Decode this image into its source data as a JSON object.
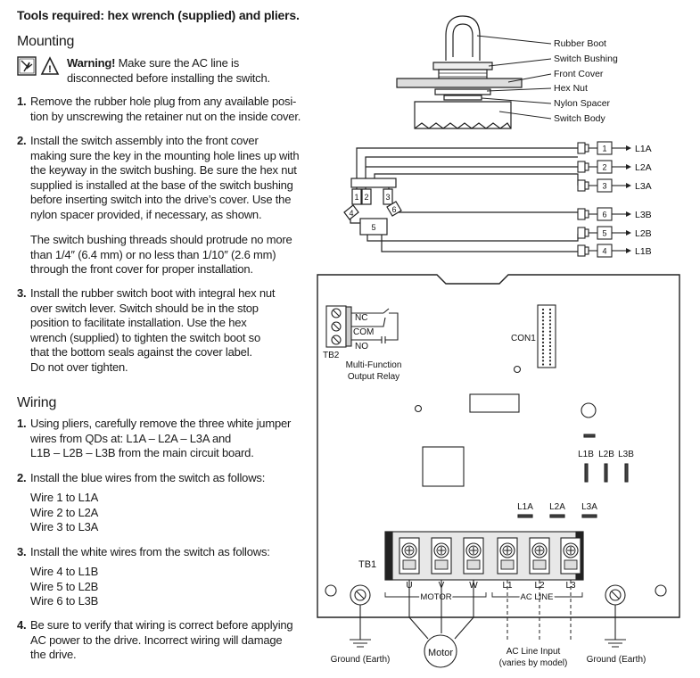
{
  "tools": "Tools required: hex wrench (supplied) and pliers.",
  "mounting": {
    "heading": "Mounting",
    "warning_bold": "Warning!",
    "warning_line1": "Make sure the AC line is",
    "warning_line2": "disconnected before installing the switch.",
    "steps": [
      {
        "num": "1.",
        "lines": [
          "Remove the rubber hole plug from any available posi-",
          "tion by unscrewing the retainer nut on the inside cover."
        ]
      },
      {
        "num": "2.",
        "lines": [
          "Install the switch assembly into the front cover",
          "making sure the key in the mounting hole lines up with",
          "the keyway in the switch bushing. Be sure the hex nut",
          "supplied is installed at the base of the switch bushing",
          "before inserting switch into the drive’s cover. Use the",
          "nylon spacer provided, if necessary, as shown."
        ]
      },
      {
        "lines": [
          "The switch bushing threads should protrude no more",
          "than 1/4″ (6.4 mm) or no less than 1/10″ (2.6 mm)",
          "through the front cover for proper installation."
        ]
      },
      {
        "num": "3.",
        "lines": [
          "Install the rubber switch boot with integral hex nut",
          "over switch lever. Switch should be in the stop",
          "position to facilitate installation. Use the hex",
          "wrench (supplied) to tighten the switch boot so",
          "that the bottom seals against the cover label.",
          "Do not over tighten."
        ]
      }
    ]
  },
  "wiring": {
    "heading": "Wiring",
    "steps": [
      {
        "num": "1.",
        "lines": [
          "Using pliers, carefully remove the three white jumper",
          "wires from QDs at: L1A – L2A – L3A and",
          "L1B – L2B – L3B from the main circuit board."
        ]
      },
      {
        "num": "2.",
        "lines": [
          "Install the blue wires from the switch as follows:"
        ]
      },
      {
        "lines": [
          "Wire 1 to L1A",
          "Wire 2 to L2A",
          "Wire 3 to L3A"
        ]
      },
      {
        "num": "3.",
        "lines": [
          "Install the white wires from the switch as follows:"
        ]
      },
      {
        "lines": [
          "Wire 4 to L1B",
          "Wire 5 to L2B",
          "Wire 6 to L3B"
        ]
      },
      {
        "num": "4.",
        "lines": [
          "Be sure to verify that wiring is correct before applying",
          "AC power to the drive. Incorrect wiring will damage",
          "the drive."
        ]
      }
    ]
  },
  "switch_labels": [
    "Rubber Boot",
    "Switch Bushing",
    "Front Cover",
    "Hex Nut",
    "Nylon Spacer",
    "Switch Body"
  ],
  "wire_diagram": {
    "connectors": [
      "1",
      "2",
      "3",
      "6",
      "5",
      "4"
    ],
    "targets": [
      "L1A",
      "L2A",
      "L3A",
      "L3B",
      "L2B",
      "L1B"
    ],
    "switch_numbers": [
      "1",
      "2",
      "3",
      "4",
      "5",
      "6"
    ]
  },
  "board": {
    "tb2": "TB2",
    "relay_terms": [
      "NC",
      "COM",
      "NO"
    ],
    "relay_caption": [
      "Multi-Function",
      "Output Relay"
    ],
    "con1": "CON1",
    "b_labels": [
      "L1B",
      "L2B",
      "L3B"
    ],
    "a_labels": [
      "L1A",
      "L2A",
      "L3A"
    ],
    "tb1": "TB1",
    "terminals": [
      "U",
      "V",
      "W",
      "L1",
      "L2",
      "L3"
    ],
    "motor_group": "MOTOR",
    "ac_group": "AC LINE",
    "ground_left": "Ground (Earth)",
    "ground_right": "Ground (Earth)",
    "motor": "Motor",
    "ac_input": [
      "AC Line Input",
      "(varies by model)"
    ]
  }
}
